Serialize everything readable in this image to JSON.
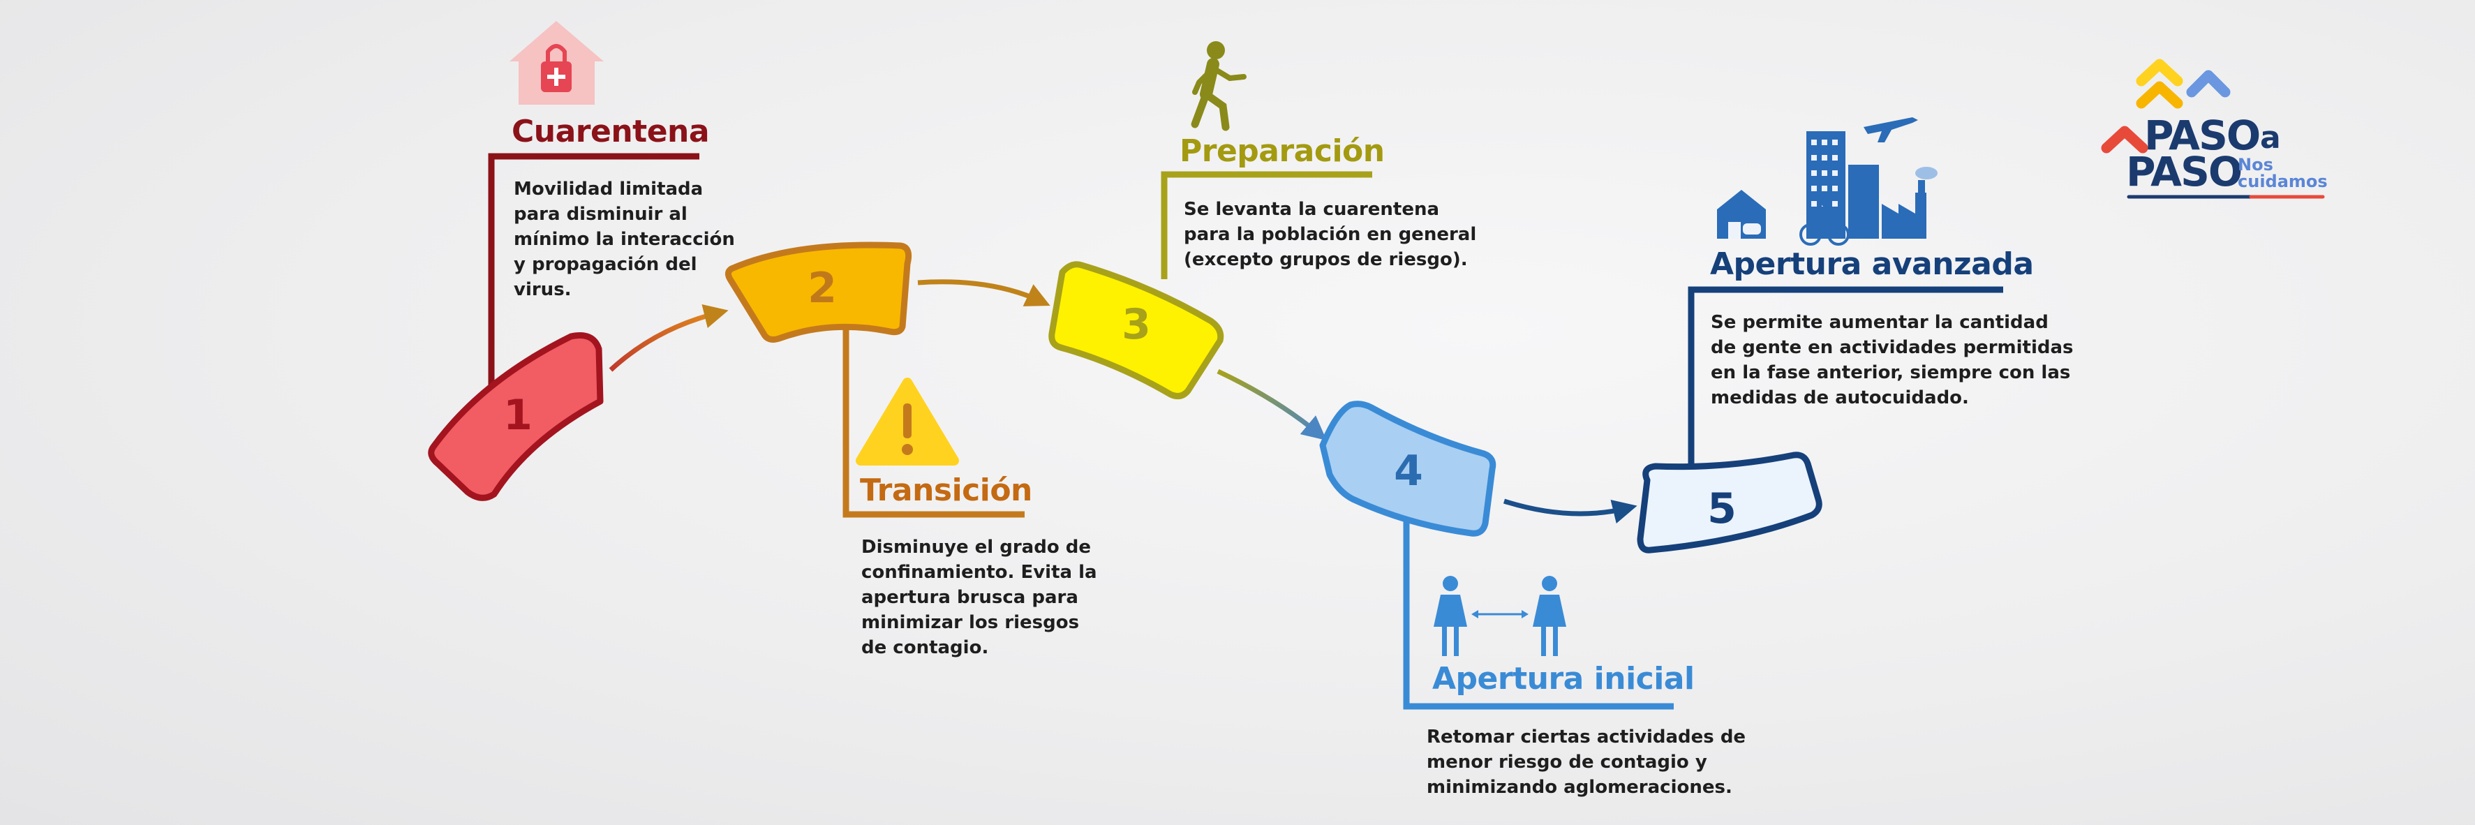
{
  "logo": {
    "word1": "PASO",
    "connector": "a",
    "word2": "PASO",
    "tagline_line1": "Nos",
    "tagline_line2": "cuidamos"
  },
  "steps": [
    {
      "number": "1",
      "title": "Cuarentena",
      "description": "Movilidad limitada\npara disminuir al\nmínimo la interacción\ny propagación del\nvirus.",
      "color": "#e11d2c",
      "title_color": "#8b1218",
      "icon": "locked-house-icon"
    },
    {
      "number": "2",
      "title": "Transición",
      "description": "Disminuye el grado de\nconfinamiento. Evita la\napertura brusca para\nminimizar los riesgos\nde contagio.",
      "color": "#f4b400",
      "title_color": "#c46a12",
      "icon": "warning-icon"
    },
    {
      "number": "3",
      "title": "Preparación",
      "description": "Se levanta la cuarentena\npara la población en general\n(excepto grupos de riesgo).",
      "color": "#ffe600",
      "title_color": "#a39a10",
      "icon": "walking-person-icon"
    },
    {
      "number": "4",
      "title": "Apertura inicial",
      "description": "Retomar ciertas actividades de\nmenor riesgo de contagio y\nminimizando aglomeraciones.",
      "color": "#a9cff2",
      "title_color": "#3a8bd6",
      "icon": "social-distancing-icon"
    },
    {
      "number": "5",
      "title": "Apertura avanzada",
      "description": "Se permite aumentar la cantidad\nde gente en actividades permitidas\nen la fase anterior, siempre con las\nmedidas de autocuidado.",
      "color": "#eaf3fc",
      "title_color": "#15407a",
      "icon": "city-activity-icon"
    }
  ]
}
